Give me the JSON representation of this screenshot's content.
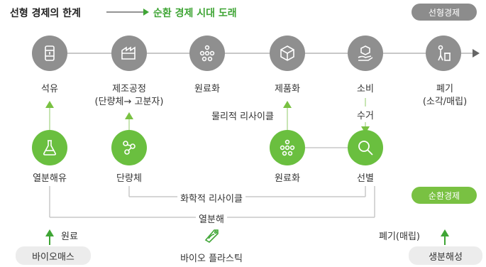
{
  "header": {
    "title_left": "선형 경제의 한계",
    "title_right": "순환 경제 시대 도래"
  },
  "badges": {
    "linear": "선형경제",
    "circular": "순환경제"
  },
  "linear_steps": [
    {
      "label": "석유",
      "icon": "oil-barrel-icon"
    },
    {
      "label": "제조공정",
      "sub": "(단량체→ 고분자)",
      "icon": "factory-icon"
    },
    {
      "label": "원료화",
      "icon": "molecule-icon"
    },
    {
      "label": "제품화",
      "icon": "box-icon"
    },
    {
      "label": "소비",
      "icon": "hand-cube-icon"
    },
    {
      "label": "폐기",
      "sub": "(소각/매립)",
      "icon": "trash-person-icon"
    }
  ],
  "circular_steps": [
    {
      "label": "열분해유",
      "icon": "flask-icon"
    },
    {
      "label": "단량체",
      "icon": "monomer-icon"
    },
    {
      "label": "원료화",
      "icon": "molecule-icon"
    },
    {
      "label": "선별",
      "icon": "magnifier-icon"
    }
  ],
  "flows": {
    "collect": "수거",
    "physical_recycle": "물리적 리사이클",
    "chemical_recycle": "화학적 리사이클",
    "pyrolysis": "열분해"
  },
  "bottom": {
    "raw_material": "원료",
    "biomass": "바이오매스",
    "bioplastic": "바이오 플라스틱",
    "disposal": "폐기(매립)",
    "biodegradable": "생분해성"
  },
  "colors": {
    "green": "#3fa535",
    "green_circle": "#6abf3f",
    "gray": "#8f8f8f",
    "line": "#c8c8c8"
  }
}
